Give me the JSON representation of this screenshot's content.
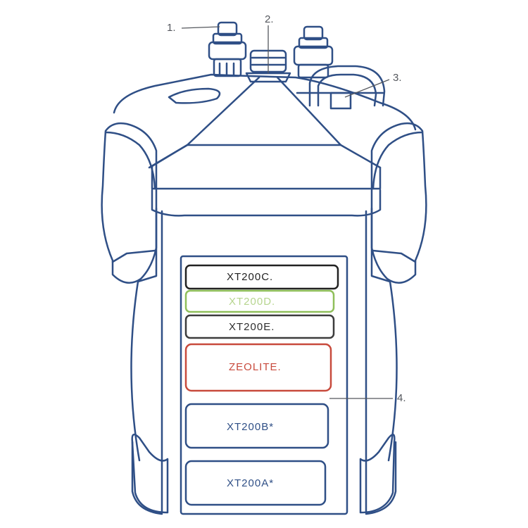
{
  "callouts": [
    "1.",
    "2.",
    "3.",
    "4."
  ],
  "media": [
    {
      "label": "XT200C.",
      "color": "#222222"
    },
    {
      "label": "XT200D.",
      "color": "#8fbf5a"
    },
    {
      "label": "XT200E.",
      "color": "#3c3c3c"
    },
    {
      "label": "ZEOLITE.",
      "color": "#c84a3c"
    },
    {
      "label": "XT200B*",
      "color": "#2f4f86"
    },
    {
      "label": "XT200A*",
      "color": "#2f4f86"
    }
  ],
  "colors": {
    "outline": "#2f4f86",
    "callout_text": "#55585e"
  }
}
